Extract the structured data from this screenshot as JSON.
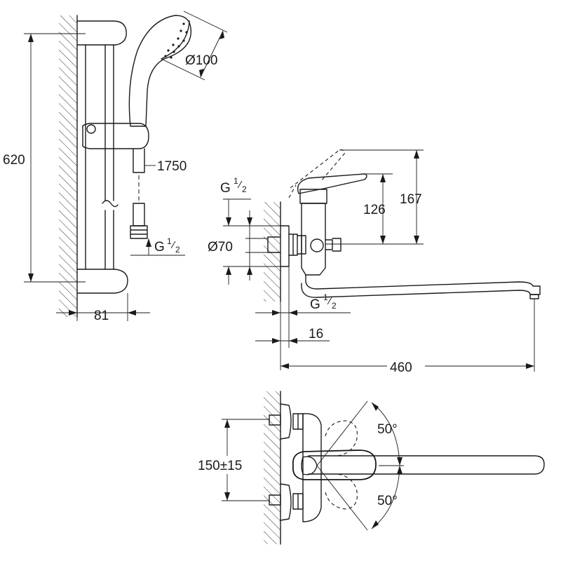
{
  "dimensions": {
    "rail_height": "620",
    "hand_shower_diameter": "Ø100",
    "hose_length": "1750",
    "rail_depth": "81",
    "hose_thread": {
      "base": "G",
      "num": "1",
      "den": "2"
    },
    "inlet_thread": {
      "base": "G",
      "num": "1",
      "den": "2"
    },
    "outlet_thread": {
      "base": "G",
      "num": "1",
      "den": "2"
    },
    "escutcheon_diameter": "Ø70",
    "height_small": "126",
    "height_large": "167",
    "wall_offset": "16",
    "spout_reach": "460",
    "center_distance": "150±15",
    "swivel_upper": "50°",
    "swivel_lower": "50°"
  }
}
